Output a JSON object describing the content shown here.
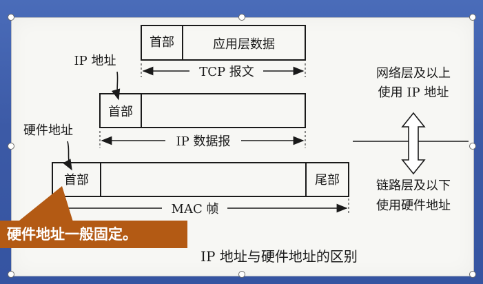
{
  "diagram": {
    "tcp_header": "首部",
    "app_data": "应用层数据",
    "tcp_segment": "TCP 报文",
    "ip_address": "IP 地址",
    "ip_header": "首部",
    "ip_datagram": "IP 数据报",
    "hw_address": "硬件地址",
    "mac_header": "首部",
    "mac_trailer": "尾部",
    "mac_frame": "MAC 帧",
    "upper_label_line1": "网络层及以上",
    "upper_label_line2": "使用 IP 地址",
    "lower_label_line1": "链路层及以下",
    "lower_label_line2": "使用硬件地址",
    "caption": "IP 地址与硬件地址的区别"
  },
  "callout": {
    "text": "硬件地址一般固定。",
    "color": "#b35a14"
  }
}
